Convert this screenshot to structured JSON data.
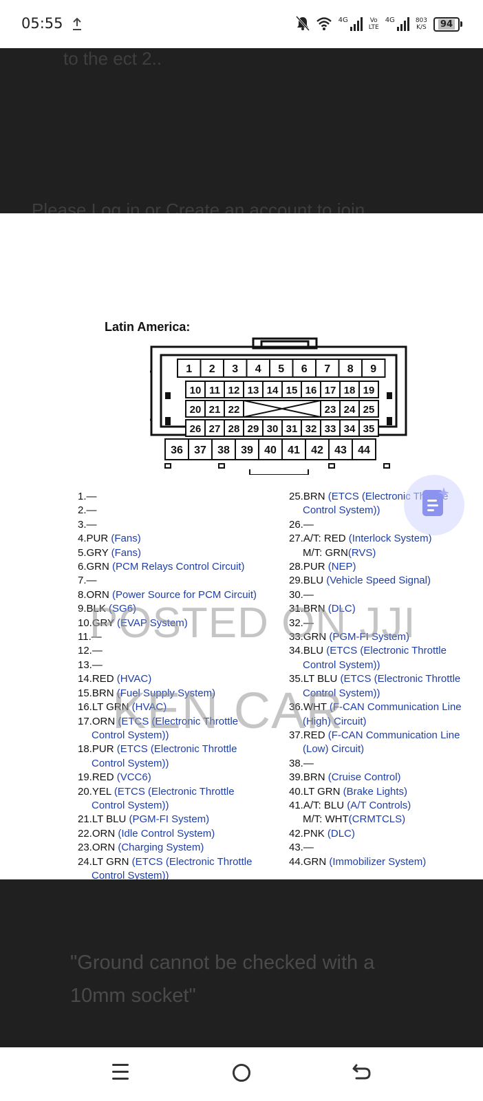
{
  "status_bar": {
    "time": "05:55",
    "upload_icon": "upload-icon",
    "sim1_label": "4G",
    "volte_top": "Vo",
    "volte_bottom": "LTE",
    "sim2_label": "4G",
    "speed_value": "803",
    "speed_unit": "K/S",
    "battery_level": "94"
  },
  "background_page": {
    "top_text_1": "to the ect 2..",
    "top_text_2": "Please Log in or Create an account to join",
    "quote": "\"Ground cannot be checked with a 10mm socket\""
  },
  "diagram": {
    "title": "Latin America:",
    "connector_rows": [
      [
        "1",
        "2",
        "3",
        "4",
        "5",
        "6",
        "7",
        "8",
        "9"
      ],
      [
        "10",
        "11",
        "12",
        "13",
        "14",
        "15",
        "16",
        "17",
        "18",
        "19"
      ],
      [
        "20",
        "21",
        "22",
        "23",
        "24",
        "25"
      ],
      [
        "26",
        "27",
        "28",
        "29",
        "30",
        "31",
        "32",
        "33",
        "34",
        "35"
      ],
      [
        "36",
        "37",
        "38",
        "39",
        "40",
        "41",
        "42",
        "43",
        "44"
      ]
    ],
    "left_pins": [
      {
        "label": "1.—",
        "desc": ""
      },
      {
        "label": "2.—",
        "desc": ""
      },
      {
        "label": "3.—",
        "desc": ""
      },
      {
        "label": "4.PUR",
        "desc": "(Fans)"
      },
      {
        "label": "5.GRY",
        "desc": "(Fans)"
      },
      {
        "label": "6.GRN",
        "desc": "(PCM Relays Control Circuit)"
      },
      {
        "label": "7.—",
        "desc": ""
      },
      {
        "label": "8.ORN",
        "desc": "(Power Source for PCM Circuit)"
      },
      {
        "label": "9.BLK",
        "desc": "(SG6)"
      },
      {
        "label": "10.GRY",
        "desc": "(EVAP System)"
      },
      {
        "label": "11.—",
        "desc": ""
      },
      {
        "label": "12.—",
        "desc": ""
      },
      {
        "label": "13.—",
        "desc": ""
      },
      {
        "label": "14.RED",
        "desc": "(HVAC)"
      },
      {
        "label": "15.BRN",
        "desc": "(Fuel Supply System)"
      },
      {
        "label": "16.LT GRN",
        "desc": "(HVAC)"
      },
      {
        "label": "17.ORN",
        "desc": "(ETCS (Electronic Throttle",
        "cont": "Control System))"
      },
      {
        "label": "18.PUR",
        "desc": "(ETCS (Electronic Throttle",
        "cont": "Control System))"
      },
      {
        "label": "19.RED",
        "desc": "(VCC6)"
      },
      {
        "label": "20.YEL",
        "desc": "(ETCS (Electronic Throttle",
        "cont": "Control System))"
      },
      {
        "label": "21.LT BLU",
        "desc": "(PGM-FI System)"
      },
      {
        "label": "22.ORN",
        "desc": "(Idle Control System)"
      },
      {
        "label": "23.ORN",
        "desc": "(Charging System)"
      },
      {
        "label": "24.LT GRN",
        "desc": "(ETCS (Electronic Throttle",
        "cont": "Control System))"
      }
    ],
    "right_pins": [
      {
        "label": "25.BRN",
        "desc": "(ETCS (Electronic Throttle",
        "cont": "Control System))"
      },
      {
        "label": "26.—",
        "desc": ""
      },
      {
        "label": "27.A/T: RED",
        "desc": "(Interlock System)",
        "cont_label": "M/T: GRN",
        "cont": "(RVS)"
      },
      {
        "label": "28.PUR",
        "desc": "(NEP)"
      },
      {
        "label": "29.BLU",
        "desc": "(Vehicle Speed Signal)"
      },
      {
        "label": "30.—",
        "desc": ""
      },
      {
        "label": "31.BRN",
        "desc": "(DLC)"
      },
      {
        "label": "32.—",
        "desc": ""
      },
      {
        "label": "33.GRN",
        "desc": "(PGM-FI System)"
      },
      {
        "label": "34.BLU",
        "desc": "(ETCS (Electronic Throttle",
        "cont": "Control System))"
      },
      {
        "label": "35.LT BLU",
        "desc": "(ETCS (Electronic Throttle",
        "cont": "Control System))"
      },
      {
        "label": "36.WHT",
        "desc": "(F-CAN Communication Line",
        "cont": "(High) Circuit)"
      },
      {
        "label": "37.RED",
        "desc": "(F-CAN Communication Line",
        "cont": "(Low) Circuit)"
      },
      {
        "label": "38.—",
        "desc": ""
      },
      {
        "label": "39.BRN",
        "desc": "(Cruise Control)"
      },
      {
        "label": "40.LT GRN",
        "desc": "(Brake Lights)"
      },
      {
        "label": "41.A/T: BLU",
        "desc": "(A/T Controls)",
        "cont_label": "M/T: WHT",
        "cont": "(CRMTCLS)"
      },
      {
        "label": "42.PNK",
        "desc": "(DLC)"
      },
      {
        "label": "43.—",
        "desc": ""
      },
      {
        "label": "44.GRN",
        "desc": "(Immobilizer System)"
      }
    ],
    "watermark_line1": "POSTED ON JJI",
    "watermark_line2": "KEN CAR"
  },
  "fab_icon": "ai-document-icon",
  "nav_bar": {
    "menu_icon": "menu-icon",
    "home_icon": "home-icon",
    "back_icon": "back-icon"
  },
  "colors": {
    "dark_panel": "#202020",
    "pin_description": "#1f3fa8",
    "fab": "#8c93ef"
  }
}
